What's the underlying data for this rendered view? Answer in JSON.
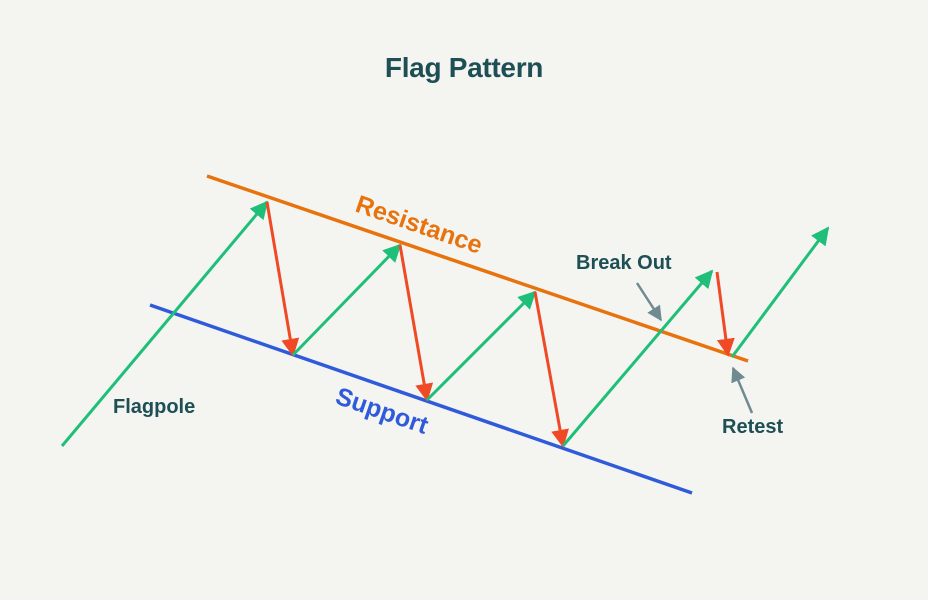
{
  "title": "Flag Pattern",
  "colors": {
    "background": "#f4f4f1",
    "title": "#1d4f55",
    "resistance": "#e8720c",
    "support": "#2f5bdb",
    "up_move": "#1fbf7a",
    "down_move": "#ef4a25",
    "pointer": "#6f8a90",
    "annotation_text": "#1d4f55"
  },
  "labels": {
    "resistance": "Resistance",
    "support": "Support",
    "flagpole": "Flagpole",
    "break_out": "Break Out",
    "retest": "Retest"
  },
  "moves": [
    {
      "name": "flagpole",
      "direction": "up"
    },
    {
      "name": "pullback-1",
      "direction": "down"
    },
    {
      "name": "bounce-1",
      "direction": "up"
    },
    {
      "name": "pullback-2",
      "direction": "down"
    },
    {
      "name": "bounce-2",
      "direction": "up"
    },
    {
      "name": "pullback-3",
      "direction": "down"
    },
    {
      "name": "breakout",
      "direction": "up"
    },
    {
      "name": "retest",
      "direction": "down"
    },
    {
      "name": "continuation",
      "direction": "up"
    }
  ]
}
